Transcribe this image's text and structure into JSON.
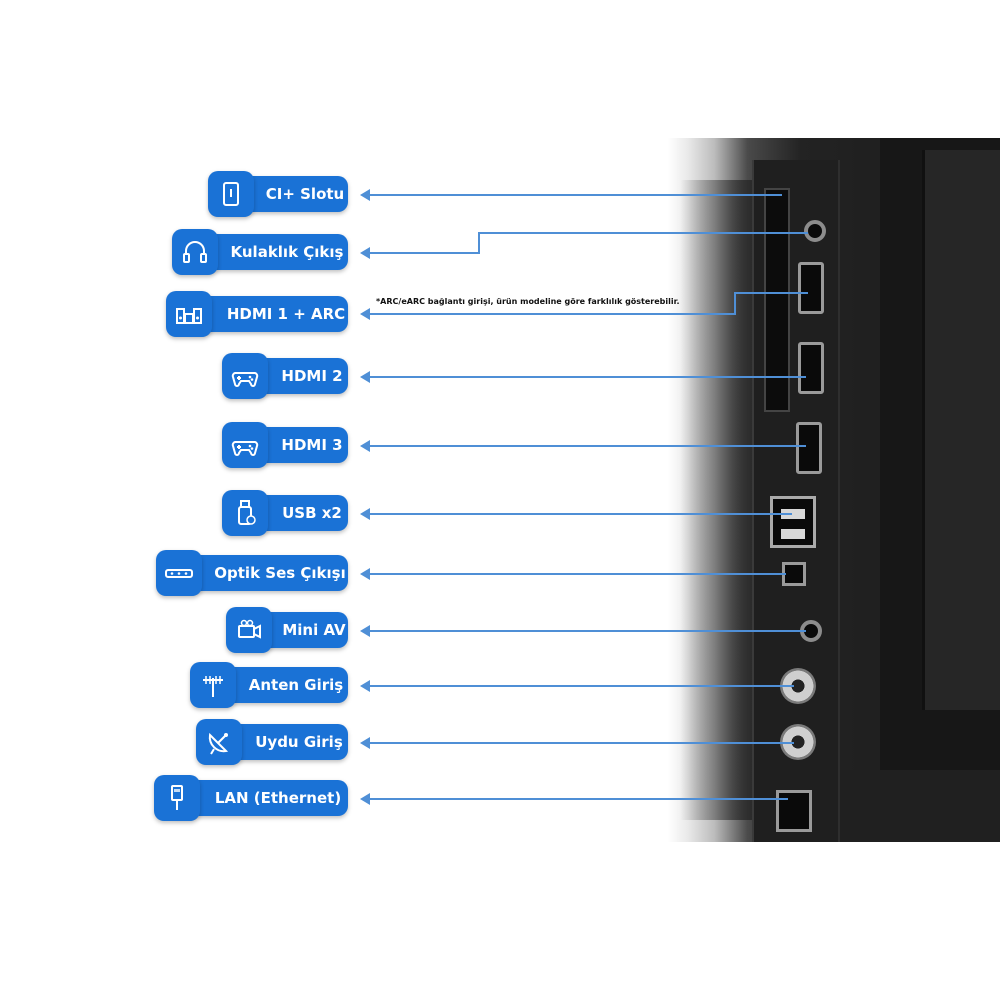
{
  "labels": {
    "ci_slot": "CI+ Slotu",
    "headphone": "Kulaklık Çıkış",
    "hdmi1": "HDMI 1 + ARC",
    "hdmi2": "HDMI 2",
    "hdmi3": "HDMI 3",
    "usb": "USB x2",
    "optical": "Optik Ses Çıkışı",
    "mini_av": "Mini AV",
    "antenna": "Anten Giriş",
    "satellite": "Uydu Giriş",
    "lan": "LAN (Ethernet)"
  },
  "note": "*ARC/eARC bağlantı girişi, ürün modeline göre farklılık gösterebilir.",
  "icons": [
    "ci-card-icon",
    "headphones-icon",
    "speaker-system-icon",
    "gamepad-icon",
    "gamepad-icon",
    "usb-stick-icon",
    "soundbar-icon",
    "camcorder-icon",
    "antenna-icon",
    "satellite-dish-icon",
    "ethernet-plug-icon"
  ],
  "colors": {
    "accent": "#1a72d6",
    "line": "#4f8fd6"
  }
}
